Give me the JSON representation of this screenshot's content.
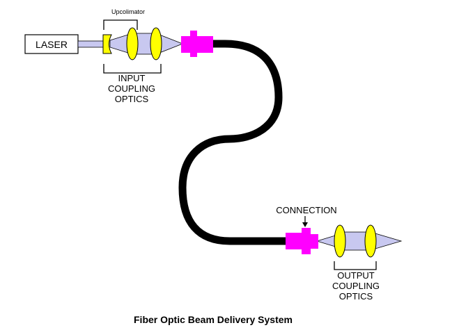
{
  "diagram": {
    "title": "Fiber Optic Beam Delivery System",
    "components": {
      "laser": {
        "label": "LASER"
      },
      "upcolimator": {
        "label": "Upcolimator"
      },
      "input_optics": {
        "label_lines": [
          "INPUT",
          "COUPLING",
          "OPTICS"
        ]
      },
      "connection": {
        "label": "CONNECTION"
      },
      "output_optics": {
        "label_lines": [
          "OUTPUT",
          "COUPLING",
          "OPTICS"
        ]
      }
    },
    "colors": {
      "beam": "#c8c8f0",
      "lens": "#ffff00",
      "connector": "#ff00ff",
      "fiber": "#000000",
      "outline": "#000000"
    }
  }
}
